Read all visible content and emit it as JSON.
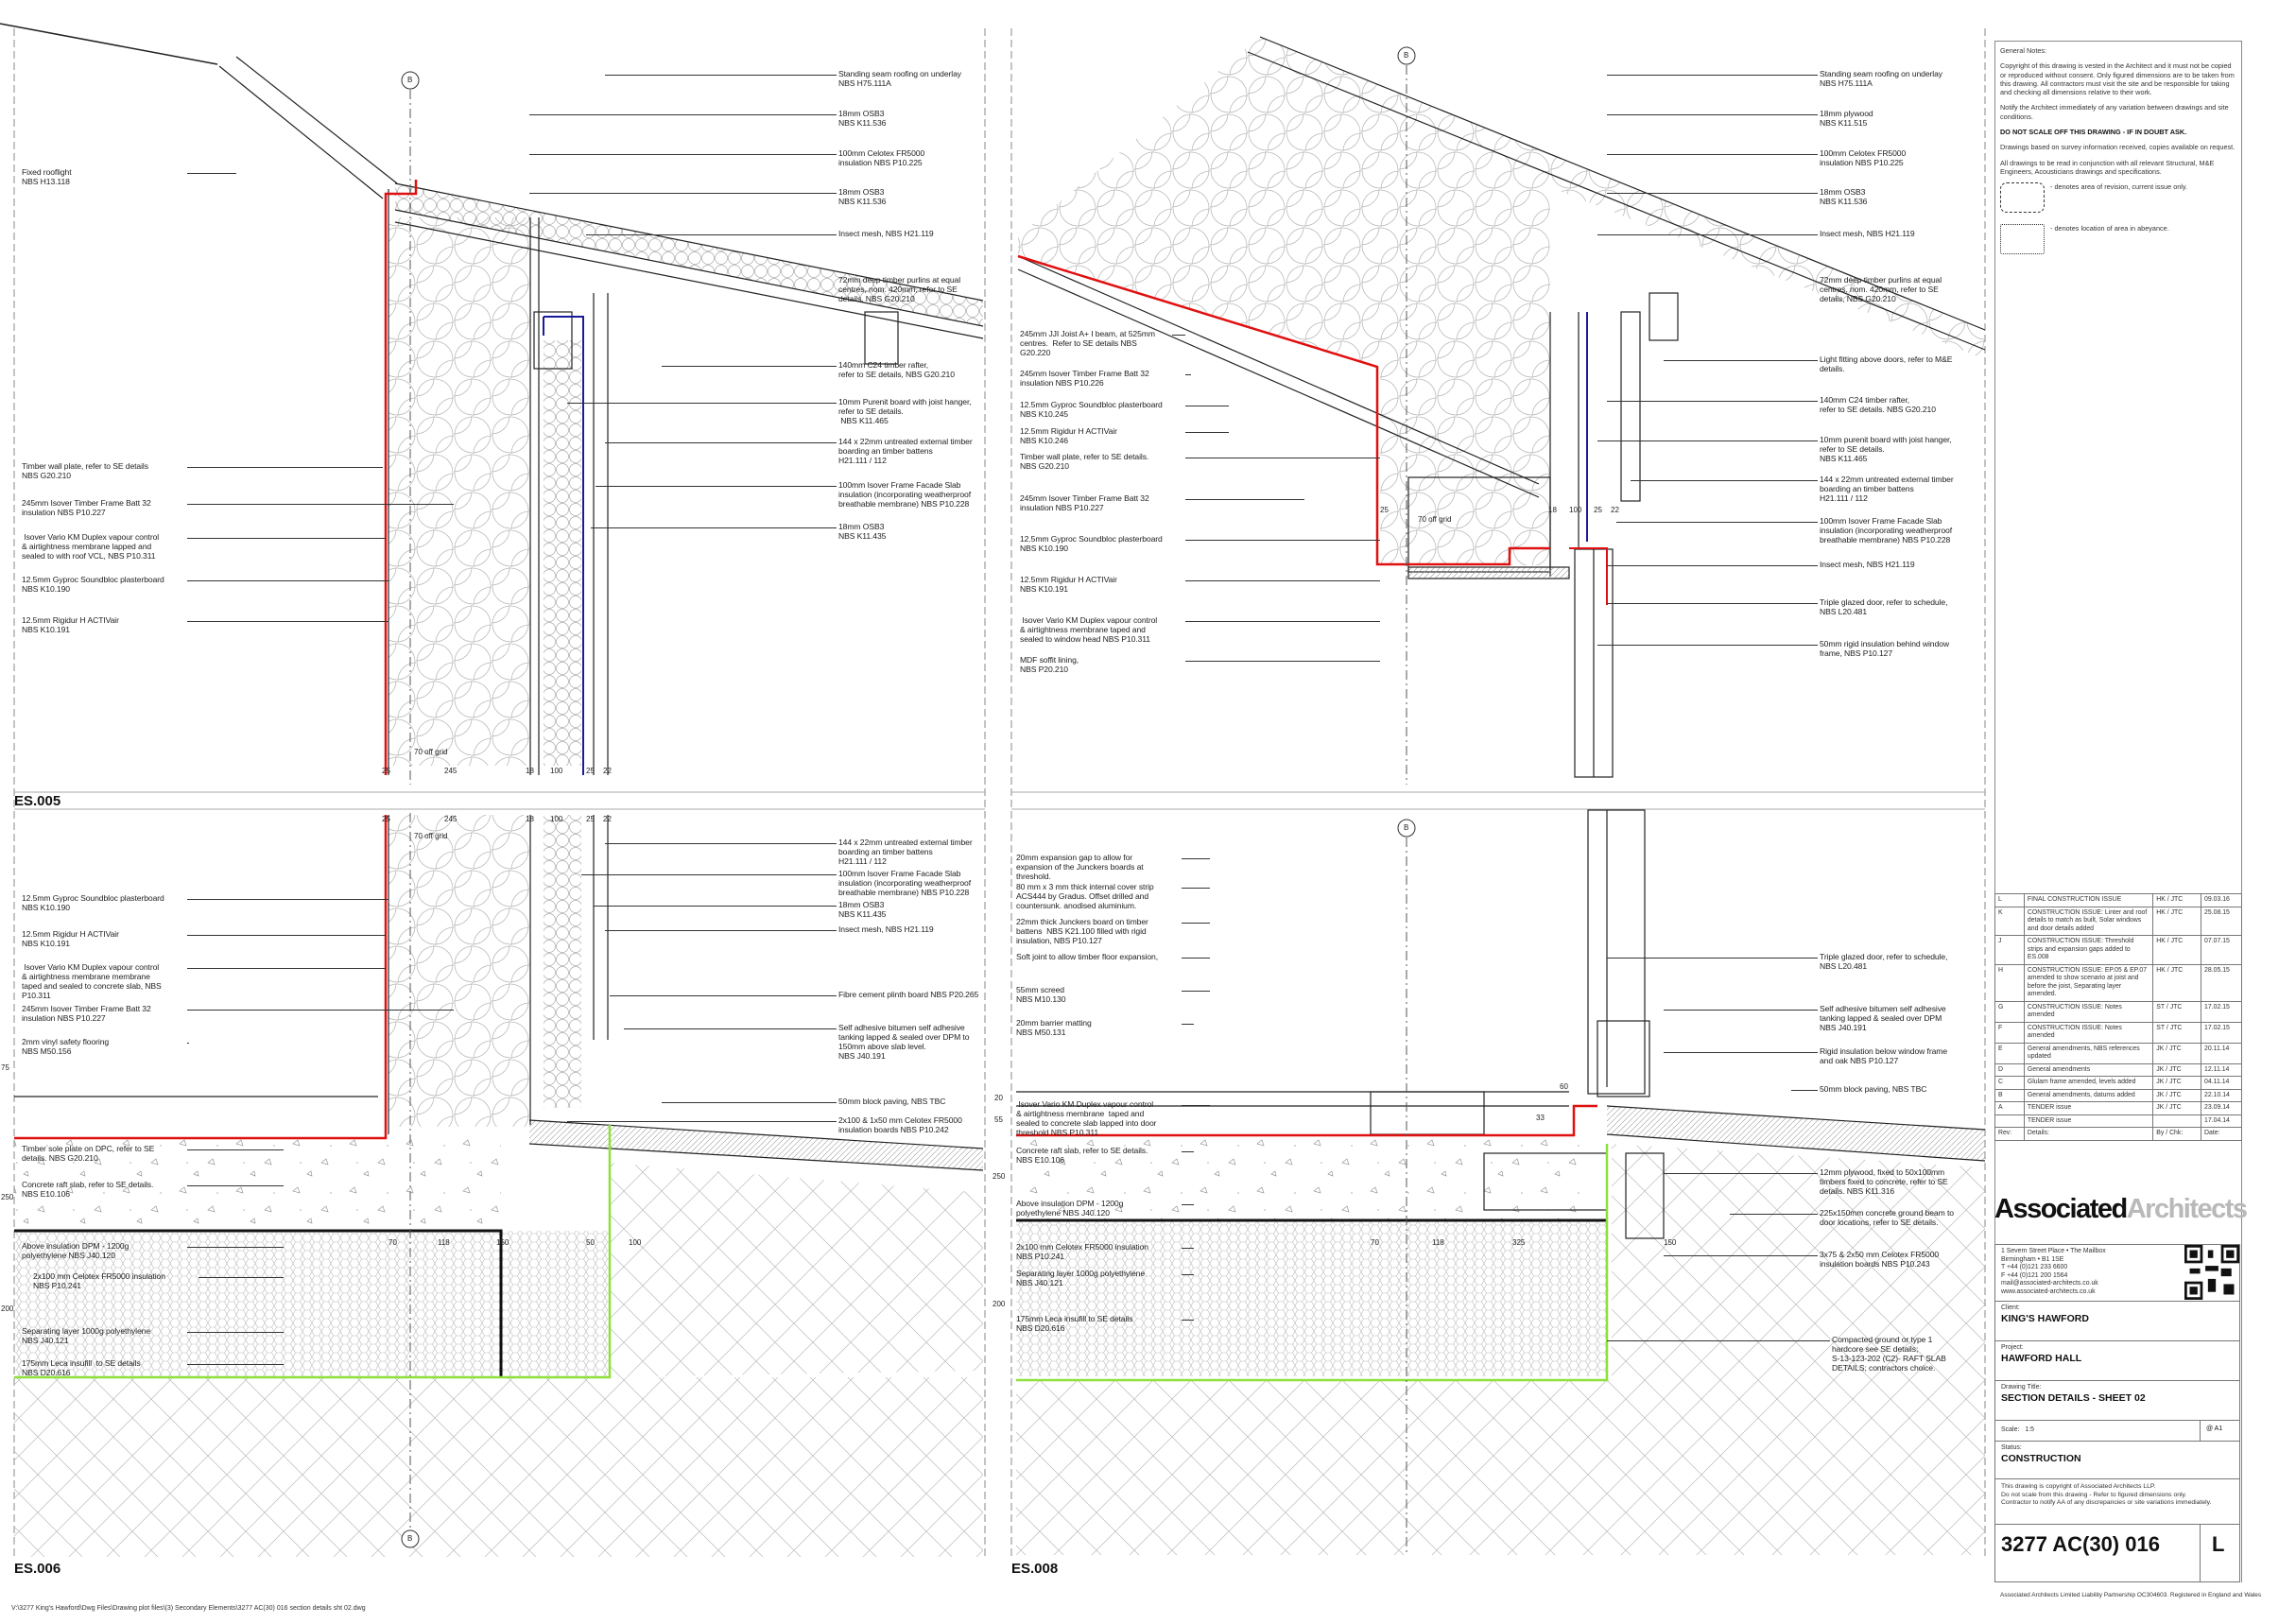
{
  "panels": [
    {
      "id": "ES.005",
      "title": "ES.005",
      "labels": [
        "Standing seam roofing on underlay\nNBS H75.111A",
        "18mm OSB3\nNBS K11.536",
        "100mm Celotex FR5000\ninsulation NBS P10.225",
        "18mm OSB3\nNBS K11.536",
        "Insect mesh, NBS H21.119",
        "72mm deep timber purlins at equal\ncentres, nom. 420mm, refer to SE\ndetails, NBS G20.210",
        "140mm C24 timber rafter,\nrefer to SE details, NBS G20.210",
        "10mm Purenit board with joist hanger,\nrefer to SE details.\n NBS K11.465",
        "144 x 22mm untreated external timber\nboarding an timber battens\nH21.111 / 112",
        "100mm Isover Frame Facade Slab\ninsulation (incorporating weatherproof\nbreathable membrane) NBS P10.228",
        "18mm OSB3\nNBS K11.435",
        "Fixed rooflight\nNBS H13.118",
        "Timber wall plate, refer to SE details\nNBS G20.210",
        "245mm Isover Timber Frame Batt 32\ninsulation NBS P10.227",
        " Isover Vario KM Duplex vapour control\n& airtightness membrane lapped and\nsealed to with roof VCL, NBS P10.311",
        "12.5mm Gyproc Soundbloc plasterboard\nNBS K10.190",
        "12.5mm Rigidur H ACTIVair\nNBS K10.191"
      ],
      "dims": [
        "70 off grid",
        "25",
        "245",
        "18",
        "100",
        "25",
        "22"
      ],
      "grid_marker": "B"
    },
    {
      "id": "ES.007",
      "title": "",
      "labels": [
        "Standing seam roofing on underlay\nNBS H75.111A",
        "18mm plywood\nNBS K11.515",
        "100mm Celotex FR5000\ninsulation NBS P10.225",
        "18mm OSB3\nNBS K11.536",
        "Insect mesh, NBS H21.119",
        "72mm deep timber purlins at equal\ncentres, nom. 420mm, refer to SE\ndetails, NBS G20.210",
        "Light fitting above doors, refer to M&E\ndetails.",
        "140mm C24 timber rafter,\nrefer to SE details. NBS G20.210",
        "10mm purenit board with joist hanger,\nrefer to SE details.\nNBS K11.465",
        "144 x 22mm untreated external timber\nboarding an timber battens\nH21.111 / 112",
        "100mm Isover Frame Facade Slab\ninsulation (incorporating weatherproof\nbreathable membrane) NBS P10.228",
        "Insect mesh, NBS H21.119",
        "Triple glazed door, refer to schedule,\nNBS L20.481",
        "50mm rigid insulation behind window\nframe, NBS P10.127",
        "245mm JJI Joist A+ I beam, at 525mm\ncentres.  Refer to SE details NBS\nG20.220",
        "245mm Isover Timber Frame Batt 32\ninsulation NBS P10.226",
        "12.5mm Gyproc Soundbloc plasterboard\nNBS K10.245",
        "12.5mm Rigidur H ACTIVair\nNBS K10.246",
        "Timber wall plate, refer to SE details.\nNBS G20.210",
        "245mm Isover Timber Frame Batt 32\ninsulation NBS P10.227",
        "12.5mm Gyproc Soundbloc plasterboard\nNBS K10.190",
        "12.5mm Rigidur H ACTIVair\nNBS K10.191",
        " Isover Vario KM Duplex vapour control\n& airtightness membrane taped and\nsealed to window head NBS P10.311",
        "MDF soffit lining,\nNBS P20.210"
      ],
      "dims": [
        "70 off grid",
        "25",
        "18",
        "100",
        "25",
        "22"
      ],
      "grid_marker": "B"
    },
    {
      "id": "ES.006",
      "title": "ES.006",
      "labels": [
        "144 x 22mm untreated external timber\nboarding an timber battens\nH21.111 / 112",
        "100mm Isover Frame Facade Slab\ninsulation (incorporating weatherproof\nbreathable membrane) NBS P10.228",
        "18mm OSB3\nNBS K11.435",
        "Insect mesh, NBS H21.119",
        "Fibre cement plinth board NBS P20.265",
        "Self adhesive bitumen self adhesive\ntanking lapped & sealed over DPM to\n150mm above slab level.\nNBS J40.191",
        "50mm block paving, NBS TBC",
        "2x100 & 1x50 mm Celotex FR5000\ninsulation boards NBS P10.242",
        "12.5mm Gyproc Soundbloc plasterboard\nNBS K10.190",
        "12.5mm Rigidur H ACTIVair\nNBS K10.191",
        " Isover Vario KM Duplex vapour control\n& airtightness membrane membrane\ntaped and sealed to concrete slab, NBS\nP10.311",
        "245mm Isover Timber Frame Batt 32\ninsulation NBS P10.227",
        "2mm vinyl safety flooring\nNBS M50.156",
        "Timber sole plate on DPC, refer to SE\ndetails. NBS G20.210",
        "Concrete raft slab, refer to SE details.\nNBS E10.106",
        "Above insulation DPM - 1200g\npolyethylene NBS J40.120",
        "2x100 mm Celotex FR5000 insulation\nNBS P10.241",
        "Separating layer 1000g polyethylene\nNBS J40.121",
        "175mm Leca insufill  to SE details\nNBS D20.616"
      ],
      "dims": [
        "25",
        "245",
        "18",
        "100",
        "25",
        "22",
        "70 off grid",
        "70",
        "118",
        "150",
        "50",
        "100",
        "75",
        "250",
        "200"
      ],
      "grid_marker": "B"
    },
    {
      "id": "ES.008",
      "title": "ES.008",
      "labels": [
        "20mm expansion gap to allow for\nexpansion of the Junckers boards at\nthreshold.",
        "80 mm x 3 mm thick internal cover strip\nACS444 by Gradus. Offset drilled and\ncountersunk. anodised aluminium.",
        "22mm thick Junckers board on timber\nbattens  NBS K21.100 filled with rigid\ninsulation, NBS P10.127",
        "Soft joint to allow timber floor expansion,",
        "55mm screed\nNBS M10.130",
        "20mm barrier matting\nNBS M50.131",
        " Isover Vario KM Duplex vapour control\n& airtightness membrane  taped and\nsealed to concrete slab lapped into door\nthreshold NBS P10.311",
        "Concrete raft slab, refer to SE details.\nNBS E10.106",
        "Above insulation DPM - 1200g\npolyethylene NBS J40.120",
        "2x100 mm Celotex FR5000 insulation\nNBS P10.241",
        "Separating layer 1000g polyethylene\nNBS J40.121",
        "175mm Leca insufill to SE details\nNBS D20.616",
        "Triple glazed door, refer to schedule,\nNBS L20.481",
        "Self adhesive bitumen self adhesive\ntanking lapped & sealed over DPM\nNBS J40.191",
        "Rigid insulation below window frame\nand oak NBS P10.127",
        "50mm block paving, NBS TBC",
        "12mm plywood, fixed to 50x100mm\ntimbers fixed to concrete, refer to SE\ndetails. NBS K11.316",
        "225x150mm concrete ground beam to\ndoor locations, refer to SE details.",
        "3x75 & 2x50 mm Celotex FR5000\ninsulation boards NBS P10.243",
        "Compacted ground or type 1\nhardcore see SE details;\nS-13-123-202 (C2)- RAFT SLAB\nDETAILS; contractors choice."
      ],
      "dims": [
        "20",
        "55",
        "250",
        "200",
        "70",
        "118",
        "325",
        "150",
        "60",
        "33"
      ],
      "grid_marker": "B"
    }
  ],
  "general_notes": {
    "heading": "General Notes:",
    "paragraphs": [
      "Copyright of this drawing is vested in the Architect and it must not be copied or reproduced without consent. Only figured dimensions are to be taken from this drawing.  All contractors must visit the site and be responsible for taking and checking all dimensions relative to their work.",
      "Notify the Architect immediately of any variation between drawings and site conditions."
    ],
    "warning": "DO NOT SCALE OFF THIS DRAWING - IF IN DOUBT ASK.",
    "paragraphs2": [
      "Drawings based on survey information received, copies available on request.",
      "All drawings to be read in conjunction with all relevant Structural, M&E Engineers, Acousticians drawings and specifications."
    ],
    "legend_revision": "- denotes area of revision, current issue only.",
    "legend_abeyance": "- denotes location of area in abeyance."
  },
  "revisions": {
    "rows": [
      {
        "rev": "L",
        "details": "FINAL CONSTRUCTION ISSUE",
        "by": "HK  / JTC",
        "date": "09.03.16"
      },
      {
        "rev": "K",
        "details": "CONSTRUCTION ISSUE: Linter and roof details to match as built, Solar windows and door details added",
        "by": "HK  / JTC",
        "date": "25.08.15"
      },
      {
        "rev": "J",
        "details": "CONSTRUCTION ISSUE: Threshold strips and expansion gaps added to ES.008",
        "by": "HK  / JTC",
        "date": "07.07.15"
      },
      {
        "rev": "H",
        "details": "CONSTRUCTION ISSUE: EP.05 & EP.07 amended to show scenario at joist and before the joist, Separating layer amended.",
        "by": "HK  / JTC",
        "date": "28.05.15"
      },
      {
        "rev": "G",
        "details": "CONSTRUCTION ISSUE: Notes amended",
        "by": "ST  / JTC",
        "date": "17.02.15"
      },
      {
        "rev": "F",
        "details": "CONSTRUCTION ISSUE: Notes amended",
        "by": "ST  / JTC",
        "date": "17.02.15"
      },
      {
        "rev": "E",
        "details": "General amendments, NBS references updated",
        "by": "JK / JTC",
        "date": "20.11.14"
      },
      {
        "rev": "D",
        "details": "General amendments",
        "by": "JK / JTC",
        "date": "12.11.14"
      },
      {
        "rev": "C",
        "details": "Glulam frame amended, levels added",
        "by": "JK / JTC",
        "date": "04.11.14"
      },
      {
        "rev": "B",
        "details": "General amendments, datums added",
        "by": "JK / JTC",
        "date": "22.10.14"
      },
      {
        "rev": "A",
        "details": "TENDER issue",
        "by": "JK / JTC",
        "date": "23.09.14"
      },
      {
        "rev": "",
        "details": "TENDER issue",
        "by": "",
        "date": "17.04.14"
      }
    ],
    "header": {
      "rev": "Rev:",
      "details": "Details:",
      "by": "By / Chk:",
      "date": "Date:"
    }
  },
  "title_block": {
    "logo_bold": "Associated",
    "logo_light": "Architects",
    "address": "1 Severn Street Place • The Mailbox\nBirmingham • B1 1SE\nT +44 (0)121 233 6600\nF +44 (0)121 200 1564\nmail@associated-architects.co.uk\nwww.associated-architects.co.uk",
    "client_label": "Client:",
    "client": "KING'S HAWFORD",
    "project_label": "Project:",
    "project": "HAWFORD HALL",
    "drawing_title_label": "Drawing Title:",
    "drawing_title": "SECTION DETAILS - SHEET 02",
    "scale_label": "Scale:",
    "scale": "1:5",
    "paper": "@ A1",
    "status_label": "Status:",
    "status": "CONSTRUCTION",
    "copyright": "This drawing is copyright of Associated Architects LLP.\nDo not scale from this drawing - Refer to figured dimensions only.\nContractor to notify AA of any discrepancies or site variations immediately.",
    "drawing_number": "3277 AC(30) 016",
    "revision": "L",
    "llp_note": "Associated Architects Limited Liability Partnership OC304603. Registered in England and Wales"
  },
  "file_path": "V:\\3277 King's Hawford\\Dwg Files\\Drawing plot files\\(3) Secondary Elements\\3277 AC(30) 016 section details sht 02.dwg",
  "colors": {
    "membrane_red": "#e01010",
    "breather_blue": "#1a1a9a",
    "separating_green": "#8ee03a",
    "line": "#222222"
  }
}
